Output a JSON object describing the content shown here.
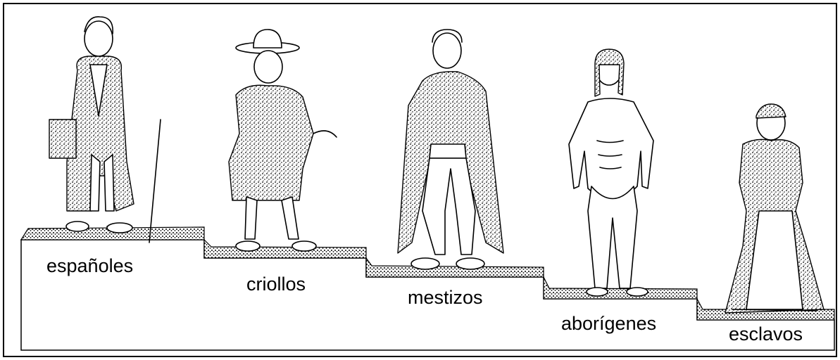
{
  "figures": [
    {
      "id": "espanoles",
      "label": "españoles"
    },
    {
      "id": "criollos",
      "label": "criollos"
    },
    {
      "id": "mestizos",
      "label": "mestizos"
    },
    {
      "id": "aborigenes",
      "label": "aborígenes"
    },
    {
      "id": "esclavos",
      "label": "esclavos"
    }
  ]
}
